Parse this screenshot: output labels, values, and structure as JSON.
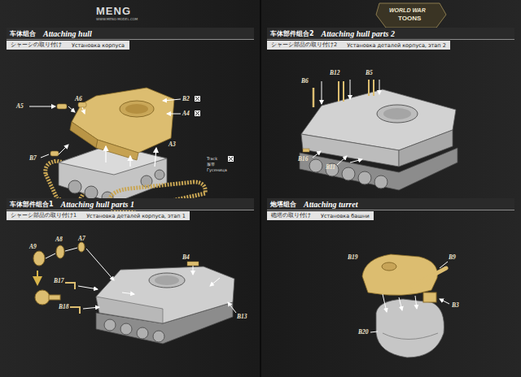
{
  "diagram": {
    "nodes": [
      {
        "text": [
          "车体组合",
          "Attaching hull"
        ]
      },
      {
        "text": [
          "シャーシの取り付け",
          "Установка корпуса"
        ]
      },
      {
        "text": [
          "车体部件组合2",
          "Attaching hull parts 2"
        ]
      },
      {
        "text": [
          "シャーシ部品の取り付け2",
          "Установка деталей корпуса, этап 2"
        ]
      },
      {
        "text": [
          "车体部件组合1",
          "Attaching hull parts 1"
        ]
      },
      {
        "text": [
          "シャーシ部品の取り付け1",
          "Установка деталей корпуса, этап 1"
        ]
      },
      {
        "text": [
          "炮塔组合",
          "Attaching turret"
        ]
      },
      {
        "text": [
          "砲塔の取り付け",
          "Установка башни"
        ]
      }
    ],
    "labels": [
      "MENG",
      "WWW.MENG-MODEL.COM",
      "WORLD WAR",
      "TOONS",
      "A5",
      "A6",
      "B2",
      "A4",
      "A3",
      "B7",
      "Track",
      "履带",
      "Гусеница",
      "B6",
      "B12",
      "B5",
      "B16",
      "B11",
      "A9",
      "A8",
      "A7",
      "B4",
      "B17",
      "B18",
      "B13",
      "B19",
      "B9",
      "B3",
      "B20"
    ]
  }
}
